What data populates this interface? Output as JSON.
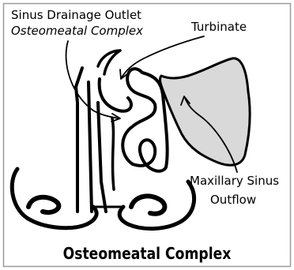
{
  "labels": {
    "sinus_drainage_outlet": "Sinus Drainage Outlet",
    "osteomeatal_complex_italic": "Osteomeatal Complex",
    "turbinate": "Turbinate",
    "maxillary_sinus": "Maxillary Sinus",
    "outflow": "Outflow"
  },
  "title": "Osteomeatal Complex",
  "colors": {
    "ink": "#000000",
    "sinus_fill": "#d9d9d9",
    "border": "#9a9a9a"
  }
}
